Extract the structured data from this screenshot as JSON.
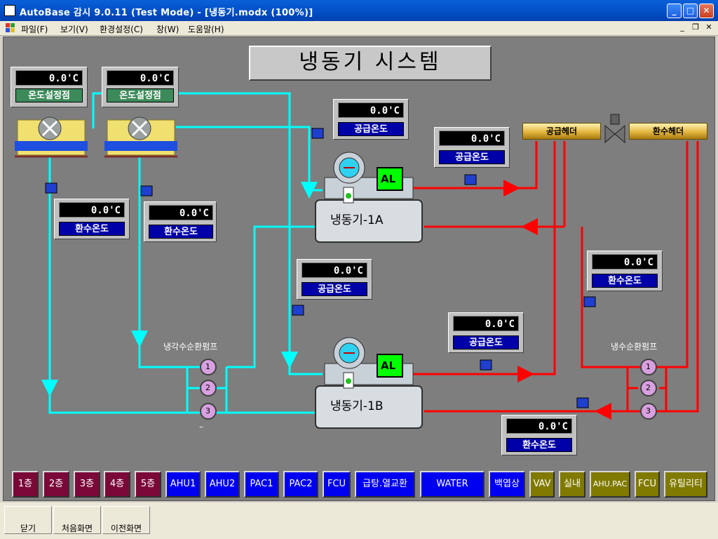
{
  "window": {
    "title": "AutoBase 감시 9.0.11 (Test Mode) - [냉동기.modx (100%)]",
    "controls": {
      "minimize": "_",
      "maximize": "□",
      "close": "✕"
    }
  },
  "menu": {
    "items": [
      "파일(F)",
      "보기(V)",
      "환경설정(C)",
      "창(W)",
      "도움말(H)"
    ],
    "mdi": {
      "minimize": "_",
      "restore": "❐",
      "close": "✕"
    }
  },
  "screen": {
    "title": "냉동기 시스템",
    "cooling_towers": [
      {
        "temp": "0.0'C",
        "label": "온도설정점"
      },
      {
        "temp": "0.0'C",
        "label": "온도설정점"
      }
    ],
    "readouts": {
      "ct1_return": {
        "temp": "0.0'C",
        "label": "환수온도"
      },
      "ct2_return": {
        "temp": "0.0'C",
        "label": "환수온도"
      },
      "ch1a_supply": {
        "temp": "0.0'C",
        "label": "공급온도"
      },
      "ch1a_out": {
        "temp": "0.0'C",
        "label": "공급온도"
      },
      "ch1b_supply": {
        "temp": "0.0'C",
        "label": "공급온도"
      },
      "ch1b_out": {
        "temp": "0.0'C",
        "label": "공급온도"
      },
      "header_return": {
        "temp": "0.0'C",
        "label": "환수온도"
      },
      "pump_return": {
        "temp": "0.0'C",
        "label": "환수온도"
      }
    },
    "headers": {
      "supply": "공급헤더",
      "return": "환수헤더"
    },
    "chillers": [
      {
        "name": "냉동기-1A",
        "alarm": "AL"
      },
      {
        "name": "냉동기-1B",
        "alarm": "AL"
      }
    ],
    "pump_groups": {
      "condenser": {
        "label": "냉각수순환펌프",
        "numbers": [
          "1",
          "2",
          "3"
        ],
        "note": "–"
      },
      "chilled": {
        "label": "냉수순환펌프",
        "numbers": [
          "1",
          "2",
          "3"
        ]
      }
    },
    "colors": {
      "cooling_water": "#00ffff",
      "chilled_water": "#ff0000"
    }
  },
  "nav": [
    {
      "label": "1층",
      "color": "maroon"
    },
    {
      "label": "2층",
      "color": "maroon"
    },
    {
      "label": "3층",
      "color": "maroon"
    },
    {
      "label": "4층",
      "color": "maroon"
    },
    {
      "label": "5층",
      "color": "maroon"
    },
    {
      "label": "AHU1",
      "color": "blue"
    },
    {
      "label": "AHU2",
      "color": "blue"
    },
    {
      "label": "PAC1",
      "color": "blue"
    },
    {
      "label": "PAC2",
      "color": "blue"
    },
    {
      "label": "FCU",
      "color": "blue"
    },
    {
      "label": "급탕.열교환",
      "color": "blue"
    },
    {
      "label": "WATER",
      "color": "blue"
    },
    {
      "label": "백엽상",
      "color": "blue"
    },
    {
      "label": "VAV",
      "color": "olive"
    },
    {
      "label": "실내",
      "color": "olive"
    },
    {
      "label": "AHU.PAC",
      "color": "olive"
    },
    {
      "label": "FCU",
      "color": "olive"
    },
    {
      "label": "유틸리티",
      "color": "olive"
    }
  ],
  "bottom_buttons": [
    "닫기",
    "처음화면",
    "이전화면"
  ]
}
